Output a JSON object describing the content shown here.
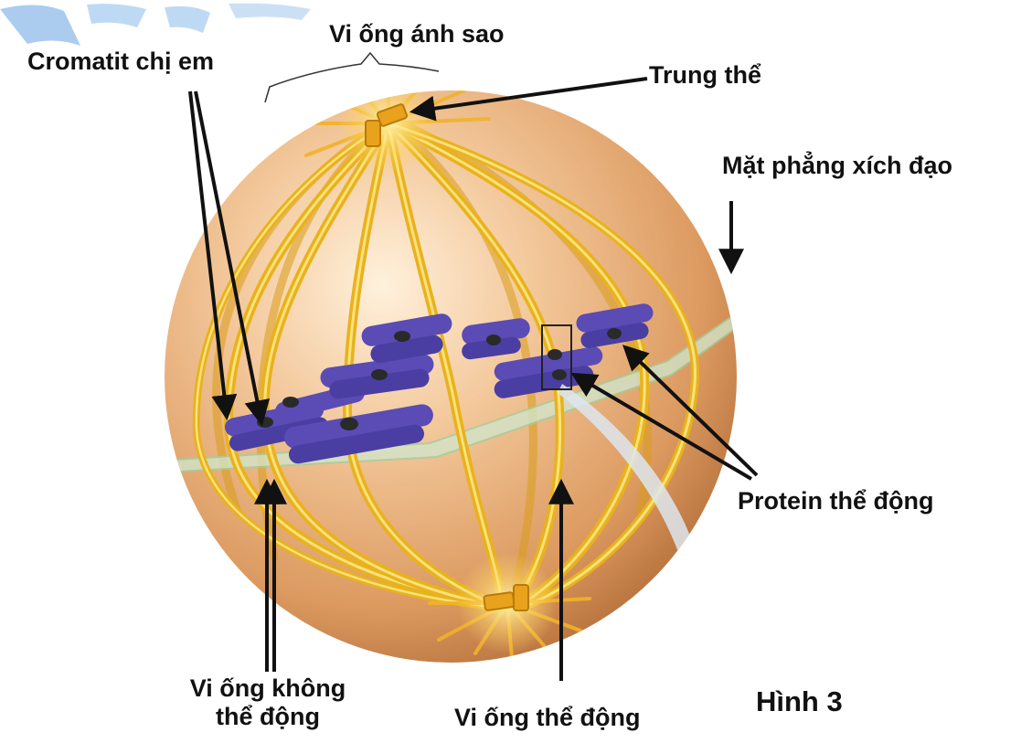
{
  "labels": {
    "sister_chromatids": "Cromatit chị em",
    "astral_microtubules": "Vi ống ánh sao",
    "centrosome": "Trung thể",
    "equatorial_plane": "Mặt phẳng xích đạo",
    "kinetochore_protein": "Protein thể động",
    "non_kinetochore_mt_line1": "Vi ống không",
    "non_kinetochore_mt_line2": "thể động",
    "kinetochore_mt": "Vi ống thể động",
    "figure_caption": "Hình 3"
  },
  "colors": {
    "cell_light": "#f6d3a8",
    "cell_mid": "#e2a36c",
    "cell_dark": "#b86f3a",
    "spindle": "#e8b21e",
    "spindle_light": "#fbe17a",
    "chromosome": "#5b4bb5",
    "chromosome_dark": "#3a2f86",
    "centromere": "#2a2a2a",
    "plane": "#b9dcc0",
    "arrow": "#111111",
    "watermark": "#7fb2ea"
  }
}
